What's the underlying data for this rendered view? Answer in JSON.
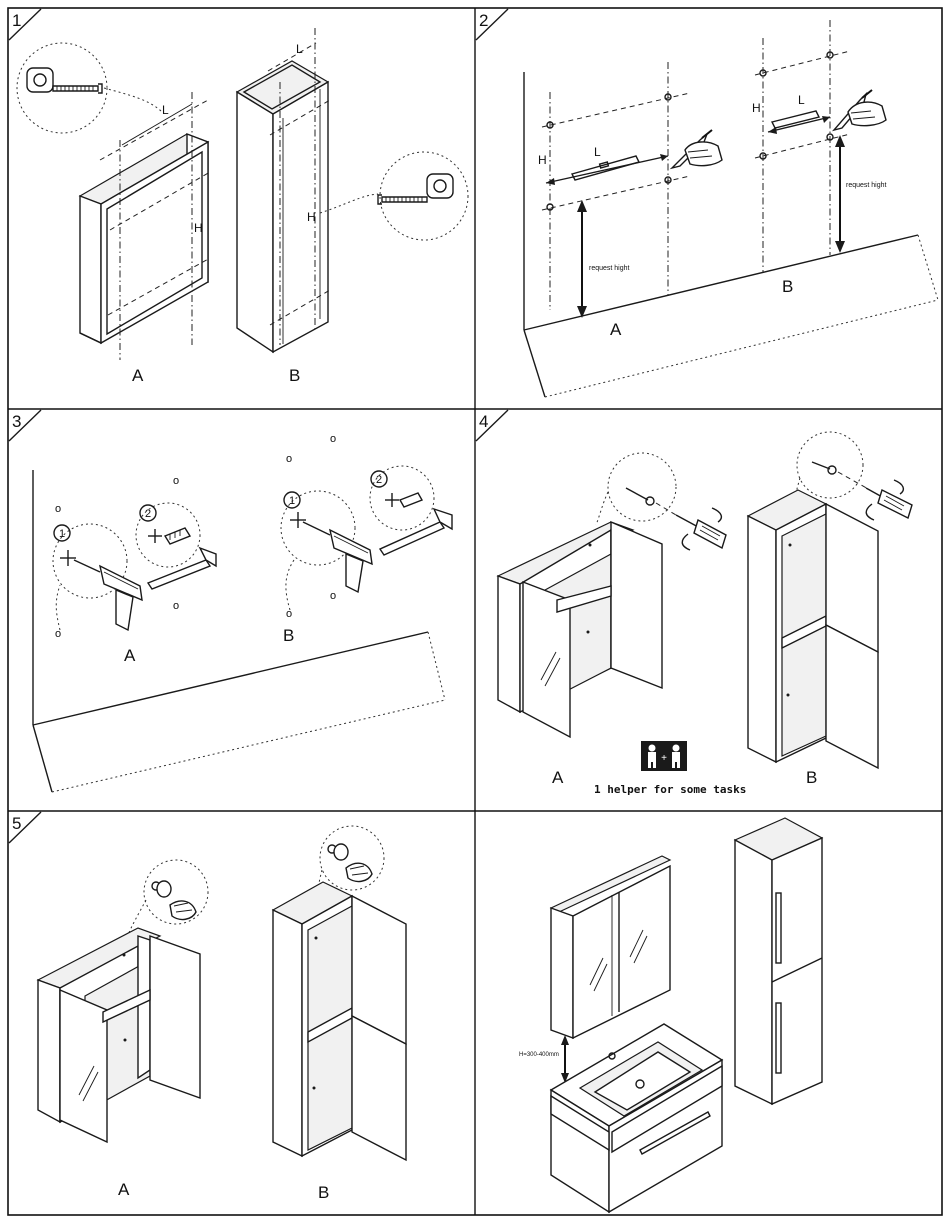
{
  "steps": [
    {
      "number": "1",
      "labels": {
        "a": "A",
        "b": "B",
        "l_a": "L",
        "h_a": "H",
        "l_b": "L",
        "h_b": "H"
      }
    },
    {
      "number": "2",
      "labels": {
        "a": "A",
        "b": "B",
        "h_a": "H",
        "l_a": "L",
        "h_b": "H",
        "l_b": "L",
        "request_a": "request hight",
        "request_b": "request hight"
      }
    },
    {
      "number": "3",
      "labels": {
        "a": "A",
        "b": "B",
        "sub1": "1",
        "sub2": "2"
      }
    },
    {
      "number": "4",
      "labels": {
        "a": "A",
        "b": "B",
        "helper": "1 helper for some tasks"
      }
    },
    {
      "number": "5",
      "labels": {
        "a": "A",
        "b": "B"
      }
    },
    {
      "number": "",
      "labels": {
        "height_note": "H=300-400mm"
      }
    }
  ],
  "icons": {
    "tape": "tape-measure-icon",
    "level": "spirit-level-icon",
    "pencil": "hand-pencil-icon",
    "drill": "drill-icon",
    "screwdriver": "screwdriver-icon",
    "helper": "two-people-icon",
    "knob": "hand-knob-icon"
  }
}
